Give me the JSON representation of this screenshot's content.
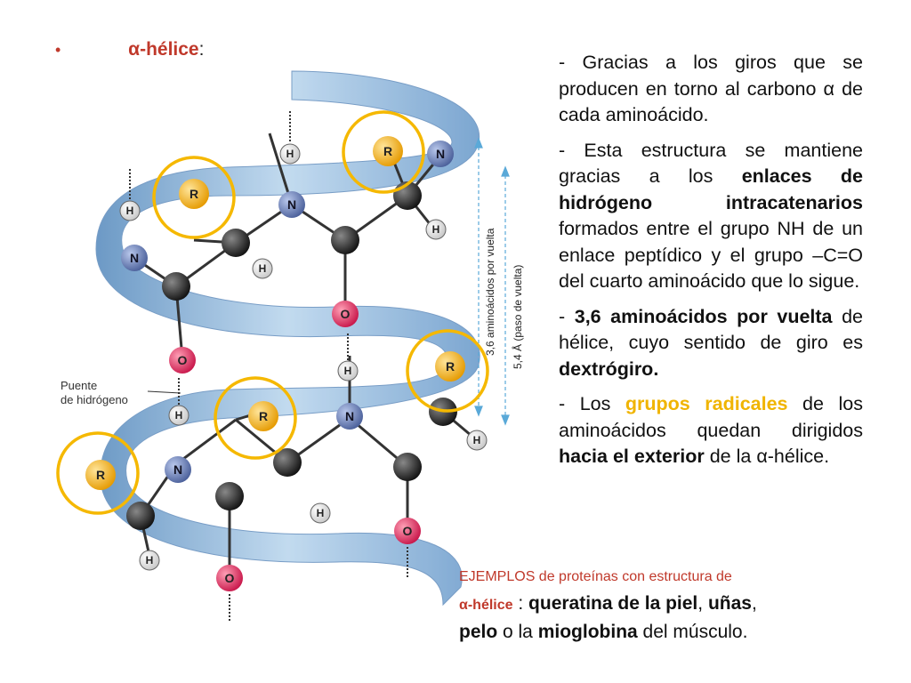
{
  "title": {
    "bullet": "•",
    "alpha": "α",
    "label": "-hélice",
    "colon": ":"
  },
  "figure": {
    "labels": {
      "puente1": "Puente",
      "puente2": "de hidrógeno",
      "vuelta": "3,6 aminoácidos por vuelta",
      "paso": "5,4 Å (paso de vuelta)"
    },
    "atoms": {
      "r": "R",
      "n": "N",
      "h": "H",
      "o": "O"
    }
  },
  "bullets": [
    {
      "parts": [
        "- Gracias a los giros que se producen en torno al carbono ",
        "α",
        " de cada aminoácido."
      ]
    },
    {
      "parts": [
        "- Esta estructura se mantiene gracias a los ",
        "enlaces de hidrógeno intracatenarios",
        " formados entre el grupo NH de un enlace peptídico y el grupo –C=O del cuarto aminoácido que lo sigue."
      ]
    },
    {
      "parts": [
        "- ",
        "3,6 aminoácidos por vuelta",
        " de hélice, cuyo sentido de giro es ",
        "dextrógiro."
      ]
    },
    {
      "parts": [
        "- Los ",
        "grupos radicales",
        " de los aminoácidos quedan dirigidos ",
        "hacia el exterior",
        " de la ",
        "α",
        "-hélice."
      ]
    }
  ],
  "examples": {
    "heading": "EJEMPLOS de proteínas con estructura de",
    "alpha_helix": "α-hélice",
    "sep": " : ",
    "p1": "queratina de la piel",
    "c1": ", ",
    "p2": "uñas",
    "c2": ",",
    "p3": "pelo",
    "c3": " o la ",
    "p4": "mioglobina",
    "c4": " del músculo."
  }
}
